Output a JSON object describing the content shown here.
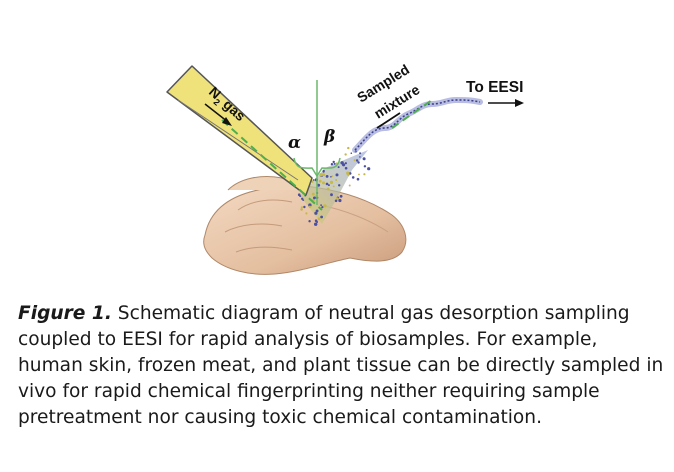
{
  "figure": {
    "labels": {
      "n2": "N",
      "n2_sub": "2",
      "n2_rest": " gas",
      "alpha": "α",
      "beta": "β",
      "sampled": "Sampled",
      "mixture": "mixture",
      "to_eesi": "To EESI"
    },
    "colors": {
      "tube_fill": "#f0e27a",
      "tube_stroke": "#555555",
      "gas_dash": "#4fae4f",
      "normal_line": "#6ab86a",
      "plume_dots": "#5a5aa8",
      "skin": "#e8c4a4"
    }
  },
  "caption": {
    "label": "Figure 1.",
    "text": " Schematic diagram of neutral gas desorption sampling coupled to EESI for rapid analysis of biosamples. For example, human skin, frozen meat, and plant tissue can be directly sampled in vivo for rapid chemical fingerprinting neither requiring sample pretreatment nor causing toxic chemical contamination."
  }
}
